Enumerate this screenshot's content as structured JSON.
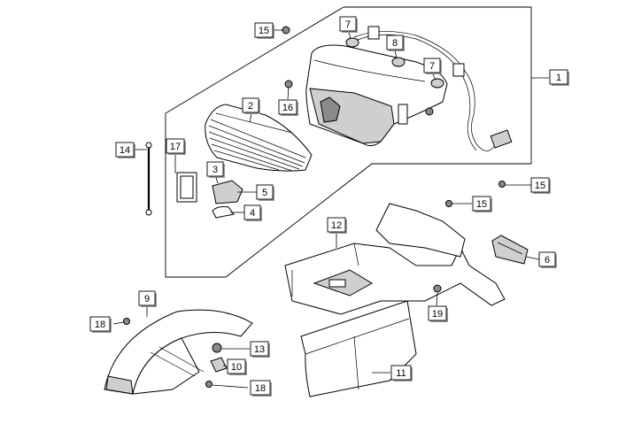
{
  "callouts": [
    {
      "id": "c1",
      "label": "1"
    },
    {
      "id": "c2",
      "label": "2"
    },
    {
      "id": "c3",
      "label": "3"
    },
    {
      "id": "c4",
      "label": "4"
    },
    {
      "id": "c5",
      "label": "5"
    },
    {
      "id": "c6",
      "label": "6"
    },
    {
      "id": "c7a",
      "label": "7"
    },
    {
      "id": "c7b",
      "label": "7"
    },
    {
      "id": "c8",
      "label": "8"
    },
    {
      "id": "c9",
      "label": "9"
    },
    {
      "id": "c10",
      "label": "10"
    },
    {
      "id": "c11",
      "label": "11"
    },
    {
      "id": "c12",
      "label": "12"
    },
    {
      "id": "c13",
      "label": "13"
    },
    {
      "id": "c14",
      "label": "14"
    },
    {
      "id": "c15a",
      "label": "15"
    },
    {
      "id": "c15b",
      "label": "15"
    },
    {
      "id": "c15c",
      "label": "15"
    },
    {
      "id": "c16",
      "label": "16"
    },
    {
      "id": "c17",
      "label": "17"
    },
    {
      "id": "c18a",
      "label": "18"
    },
    {
      "id": "c18b",
      "label": "18"
    },
    {
      "id": "c19",
      "label": "19"
    }
  ]
}
